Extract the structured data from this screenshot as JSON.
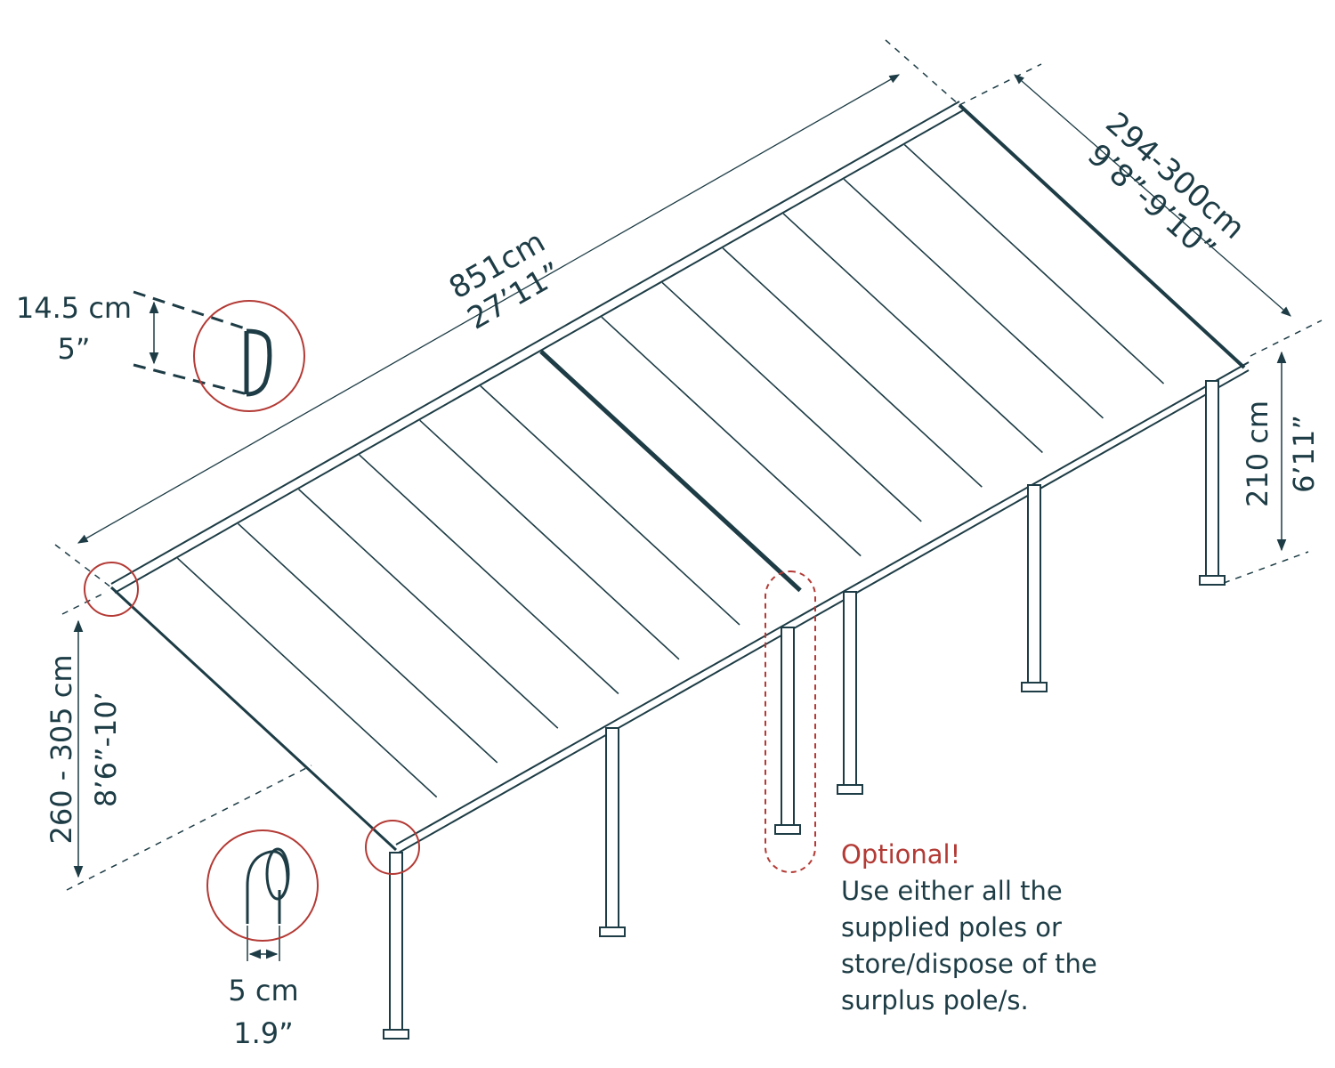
{
  "colors": {
    "line": "#1d3c45",
    "highlight": "#b33a35"
  },
  "dimensions": {
    "length_cm": "851cm",
    "length_in": "27’11”",
    "width_cm": "294-300cm",
    "width_in": "9’8”-9’10”",
    "low_height_cm": "210 cm",
    "low_height_in": "6’11”",
    "high_height_cm": "260 - 305 cm",
    "high_height_in": "8’6”-10’",
    "gutter_cm": "14.5 cm",
    "gutter_in": "5”",
    "pole_cm": "5 cm",
    "pole_in": "1.9”"
  },
  "note": {
    "title": "Optional!",
    "lines": [
      "Use either all the",
      "supplied poles or",
      "store/dispose of the",
      "surplus pole/s."
    ]
  }
}
